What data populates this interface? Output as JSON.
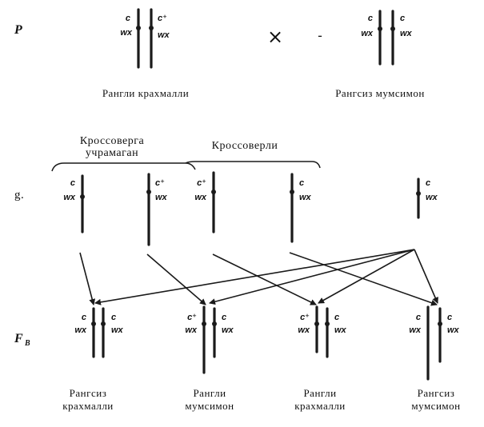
{
  "generations": {
    "p": "P",
    "g": "g.",
    "f": "F",
    "f_sub": "B"
  },
  "cross_sign": "×",
  "dash": "-",
  "genes": {
    "c": "c",
    "c_dom": "c⁺",
    "wx": "wx",
    "wx_alt": "wx"
  },
  "parents": {
    "left_caption": "Рангли крахмалли",
    "right_caption": "Рангсиз мумсимон"
  },
  "gamete_groups": {
    "non_crossover": [
      "Кроссоверга",
      "учрамаган"
    ],
    "crossover": "Кроссоверли"
  },
  "offspring_captions": [
    [
      "Рангсиз",
      "крахмалли"
    ],
    [
      "Рангли",
      "мумсимон"
    ],
    [
      "Рангли",
      "крахмалли"
    ],
    [
      "Рангсиз",
      "мумсимон"
    ]
  ]
}
